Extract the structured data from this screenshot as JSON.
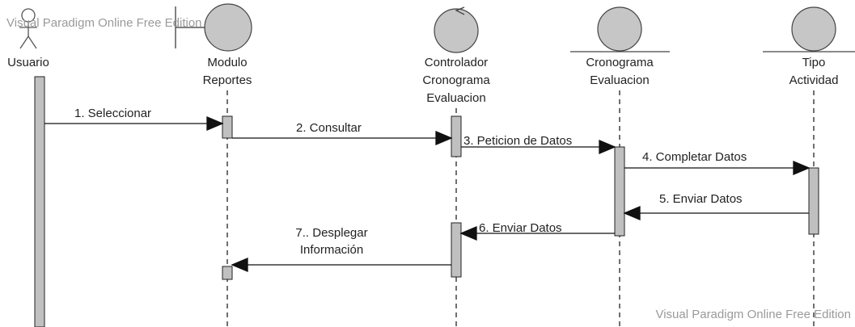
{
  "watermark_top": "Visual Paradigm Online Free Edition",
  "watermark_bottom": "Visual Paradigm Online Free Edition",
  "participants": [
    {
      "id": "usuario",
      "type": "actor",
      "lines": [
        "Usuario"
      ]
    },
    {
      "id": "modulo",
      "type": "boundary",
      "lines": [
        "Modulo",
        "Reportes"
      ]
    },
    {
      "id": "controlador",
      "type": "control",
      "lines": [
        "Controlador",
        "Cronograma",
        "Evaluacion"
      ]
    },
    {
      "id": "cronograma",
      "type": "entity",
      "lines": [
        "Cronograma",
        "Evaluacion"
      ]
    },
    {
      "id": "tipo",
      "type": "entity",
      "lines": [
        "Tipo",
        "Actividad"
      ]
    }
  ],
  "messages": [
    {
      "from": "usuario",
      "to": "modulo",
      "lines": [
        "1. Seleccionar"
      ]
    },
    {
      "from": "modulo",
      "to": "controlador",
      "lines": [
        "2. Consultar"
      ]
    },
    {
      "from": "controlador",
      "to": "cronograma",
      "lines": [
        "3. Peticion de Datos"
      ]
    },
    {
      "from": "cronograma",
      "to": "tipo",
      "lines": [
        "4. Completar Datos"
      ]
    },
    {
      "from": "tipo",
      "to": "cronograma",
      "lines": [
        "5. Enviar Datos"
      ]
    },
    {
      "from": "cronograma",
      "to": "controlador",
      "lines": [
        "6. Enviar Datos"
      ]
    },
    {
      "from": "controlador",
      "to": "modulo",
      "lines": [
        "7.. Desplegar",
        "Información"
      ]
    }
  ],
  "colors": {
    "line": "#111111",
    "activation": "#c0c0c0",
    "icon": "#c6c6c6",
    "watermark": "#9a9a9a"
  }
}
